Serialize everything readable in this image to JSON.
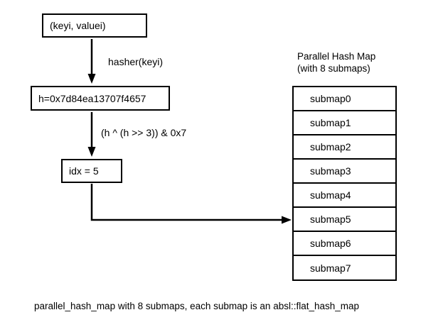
{
  "flow": {
    "input_box": "(keyi, valuei)",
    "hash_box": "h=0x7d84ea13707f4657",
    "idx_box": "idx = 5",
    "edge_labels": {
      "hasher": "hasher(keyi)",
      "mix": "(h ^ (h >> 3)) & 0x7"
    },
    "selected_submap": "submap5"
  },
  "map": {
    "title_line1": "Parallel Hash Map",
    "title_line2": "(with 8 submaps)",
    "submaps": [
      "submap0",
      "submap1",
      "submap2",
      "submap3",
      "submap4",
      "submap5",
      "submap6",
      "submap7"
    ]
  },
  "caption": "parallel_hash_map with 8 submaps, each submap is an absl::flat_hash_map",
  "colors": {
    "line": "#000000",
    "text": "#000000",
    "background": "#ffffff"
  }
}
